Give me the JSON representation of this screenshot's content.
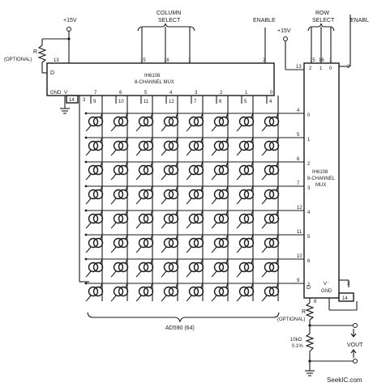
{
  "top": {
    "supply_left": "+15V",
    "supply_right": "+15V",
    "resistor_left": "R",
    "optional_left": "(OPTIONAL)",
    "column_select": [
      "COLUMN",
      "SELECT"
    ],
    "row_select": [
      "ROW",
      "SELECT"
    ],
    "enable_left": "ENABLE",
    "enable_right": "ENABL"
  },
  "mux_left": {
    "title": "IH6108",
    "subtitle": "8-CHANNEL MUX",
    "pin_13": "13",
    "pin_15": "15",
    "pin_16": "16",
    "pin_1": "1",
    "pin_2": "2",
    "pin_d": "D",
    "gnd": "GND",
    "vminus": "V⁻",
    "pin_14": "14",
    "pin_3": "3",
    "channels": [
      "7",
      "6",
      "5",
      "4",
      "3",
      "2",
      "1",
      "0"
    ],
    "pins": [
      "9",
      "10",
      "11",
      "12",
      "7",
      "6",
      "5",
      "4"
    ]
  },
  "mux_right": {
    "title": "IH6108",
    "subtitle": "8-CHANNEL",
    "subtitle2": "MUX",
    "pin_13": "13",
    "pin_2a": "2",
    "pin_15": "15",
    "pin_16": "16",
    "pin_1": "1",
    "pin_2": "2",
    "sel_labels": [
      "2",
      "1",
      "0"
    ],
    "channels": [
      "0",
      "1",
      "2",
      "3",
      "4",
      "5",
      "6",
      "7"
    ],
    "pins": [
      "4",
      "5",
      "6",
      "7",
      "12",
      "11",
      "10",
      "9"
    ],
    "pin_d": "D",
    "pin_8": "8",
    "vminus": "V⁻",
    "gnd": "GND",
    "pin_3": "3",
    "pin_14": "14"
  },
  "bottom": {
    "array": "AD590 (64)",
    "resistor": "R",
    "optional": "(OPTIONAL)",
    "load_resistor": [
      "10kΩ",
      "0.1%"
    ],
    "vout": "VOUT"
  },
  "watermark": "SeekIC.com"
}
